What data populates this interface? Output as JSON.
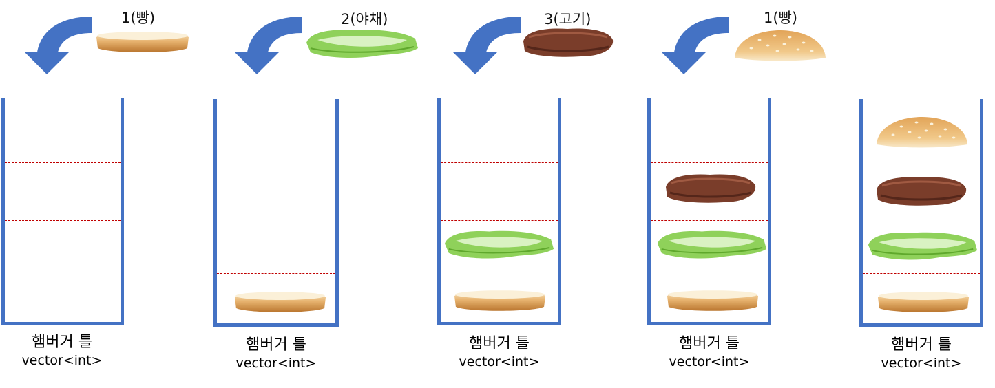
{
  "panels": [
    {
      "step_label": "1(빵)",
      "incoming": "bun-bottom",
      "stack": [],
      "caption_title": "햄버거 틀",
      "caption_sub": "vector<int>"
    },
    {
      "step_label": "2(야채)",
      "incoming": "lettuce",
      "stack": [
        "bun-bottom"
      ],
      "caption_title": "햄버거 틀",
      "caption_sub": "vector<int>"
    },
    {
      "step_label": "3(고기)",
      "incoming": "patty",
      "stack": [
        "bun-bottom",
        "lettuce"
      ],
      "caption_title": "햄버거 틀",
      "caption_sub": "vector<int>"
    },
    {
      "step_label": "1(빵)",
      "incoming": "bun-top",
      "stack": [
        "bun-bottom",
        "lettuce",
        "patty"
      ],
      "caption_title": "햄버거 틀",
      "caption_sub": "vector<int>"
    },
    {
      "step_label": "",
      "incoming": "",
      "stack": [
        "bun-bottom",
        "lettuce",
        "patty",
        "bun-top"
      ],
      "caption_title": "햄버거 틀",
      "caption_sub": "vector<int>"
    }
  ],
  "colors": {
    "container": "#4472C4",
    "arrow": "#4472C4",
    "divider": "#c00000"
  },
  "icons": {
    "arrow": "curved-down-left-arrow-icon"
  }
}
